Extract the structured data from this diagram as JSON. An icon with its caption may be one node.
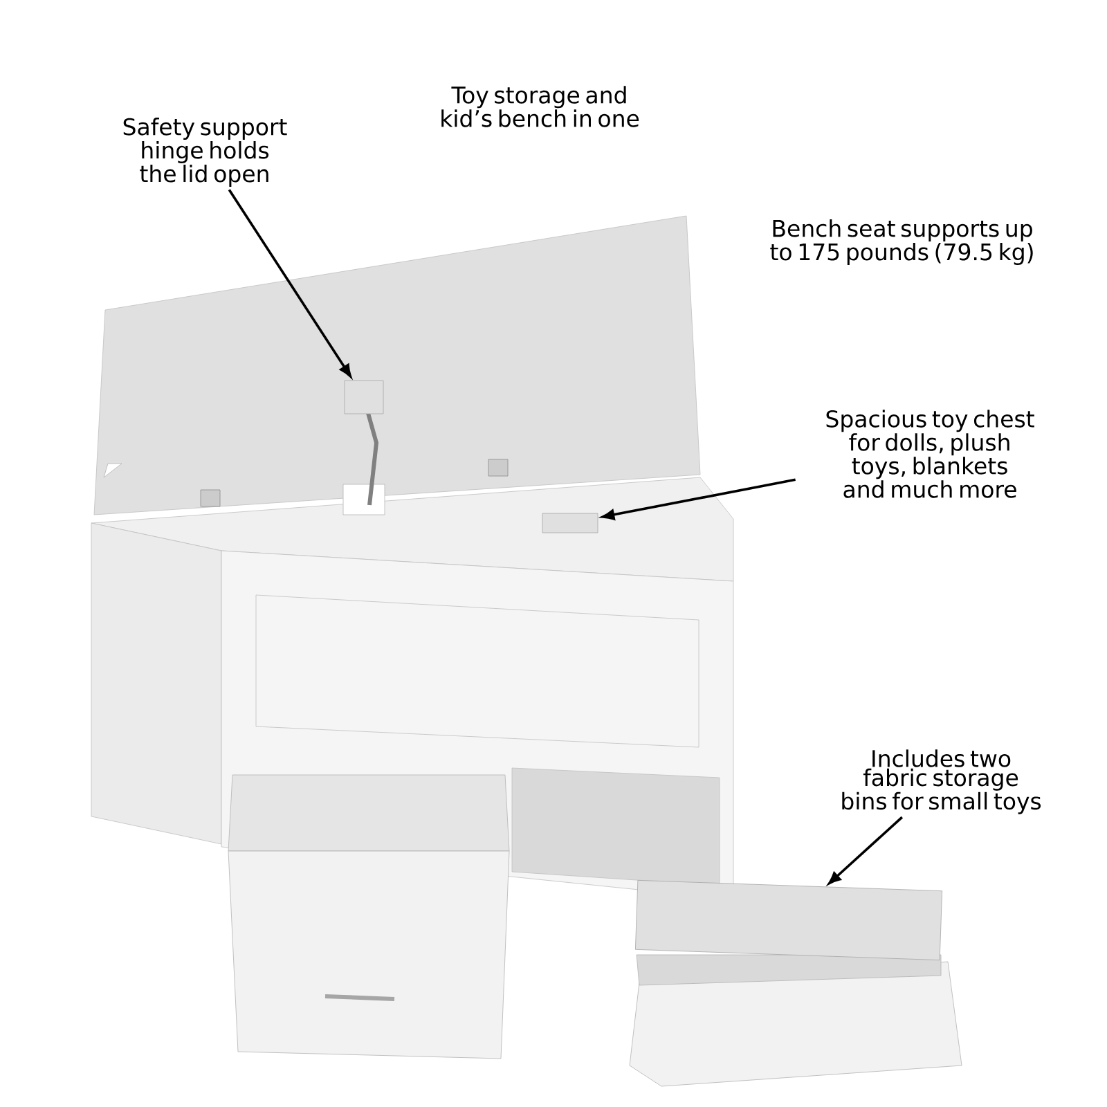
{
  "diagram": {
    "nodes": [
      {
        "text": [
          "Safety support hinge holds the lid open"
        ]
      },
      {
        "text": [],
        "shape": "box"
      },
      {
        "text": [
          "Spacious toy chest for dolls, plush toys, blankets and much more"
        ]
      },
      {
        "text": [],
        "shape": "box"
      },
      {
        "text": [
          "Includes two fabric storage bins for small toys"
        ]
      },
      {
        "text": [],
        "shape": "box"
      }
    ],
    "edges": [
      {
        "from": 0,
        "to": 1,
        "arrow": "to"
      },
      {
        "from": 2,
        "to": 3,
        "arrow": "to"
      },
      {
        "from": 4,
        "to": 5,
        "arrow": "to"
      }
    ],
    "labels": [
      "Toy storage and kid’s bench in one",
      "Bench seat supports up to 175 pounds (79.5 kg)"
    ]
  }
}
